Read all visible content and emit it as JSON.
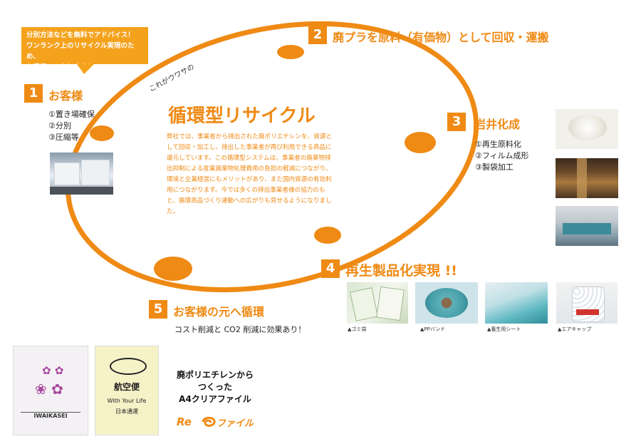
{
  "colors": {
    "accent": "#ef8a14",
    "callout": "#f4a21c"
  },
  "callout": {
    "lines": [
      "分別方法などを無料でアドバイス！",
      "ワンランク上のリサイクル実現のため、",
      "お手伝いいたします！!"
    ]
  },
  "center": {
    "subtitle": "これがウワサの",
    "title": "循環型リサイクル",
    "body": "弊社では、事業者から排出された廃ポリエチレンを、資源として回収・加工し、排出した事業者が再び利用できる商品に還元しています。この循環型システムは、事業者の廃棄物排出抑制による産業廃棄物処理費用の負担の軽減につながり、環境と企業経営にもメリットがあり、また国内資源の有効利用につながります。今では多くの排出事業者様の協力のもと、循環商品づくり運動への広がりも見せるようになりました。"
  },
  "steps": [
    {
      "num": "1",
      "title": "お客様",
      "items": [
        "①置き場確保",
        "②分別",
        "③圧縮等"
      ]
    },
    {
      "num": "2",
      "title": "廃プラを原料（有価物）として回収・運搬",
      "items": []
    },
    {
      "num": "3",
      "title": "岩井化成",
      "items": [
        "①再生原料化",
        "②フィルム成形",
        "③製袋加工"
      ]
    },
    {
      "num": "4",
      "title": "再生製品化実現 !!",
      "items": []
    },
    {
      "num": "5",
      "title": "お客様の元へ循環",
      "items": [
        "コスト削減と CO2 削減に効果あり！"
      ]
    }
  ],
  "products": [
    {
      "caption": "▲ゴミ袋"
    },
    {
      "caption": "▲PPバンド"
    },
    {
      "caption": "▲養生用シート"
    },
    {
      "caption": "▲エアキャップ"
    }
  ],
  "file_section": {
    "lines": [
      "廃ポリエチレンから",
      "つくった",
      "A4クリアファイル"
    ],
    "brand_prefix": "Re",
    "brand_name": "ファイル"
  },
  "samples": {
    "left_text": "IWAIKASEI",
    "right_lines": [
      "航空便",
      "With Your Life",
      "日本通運"
    ]
  }
}
